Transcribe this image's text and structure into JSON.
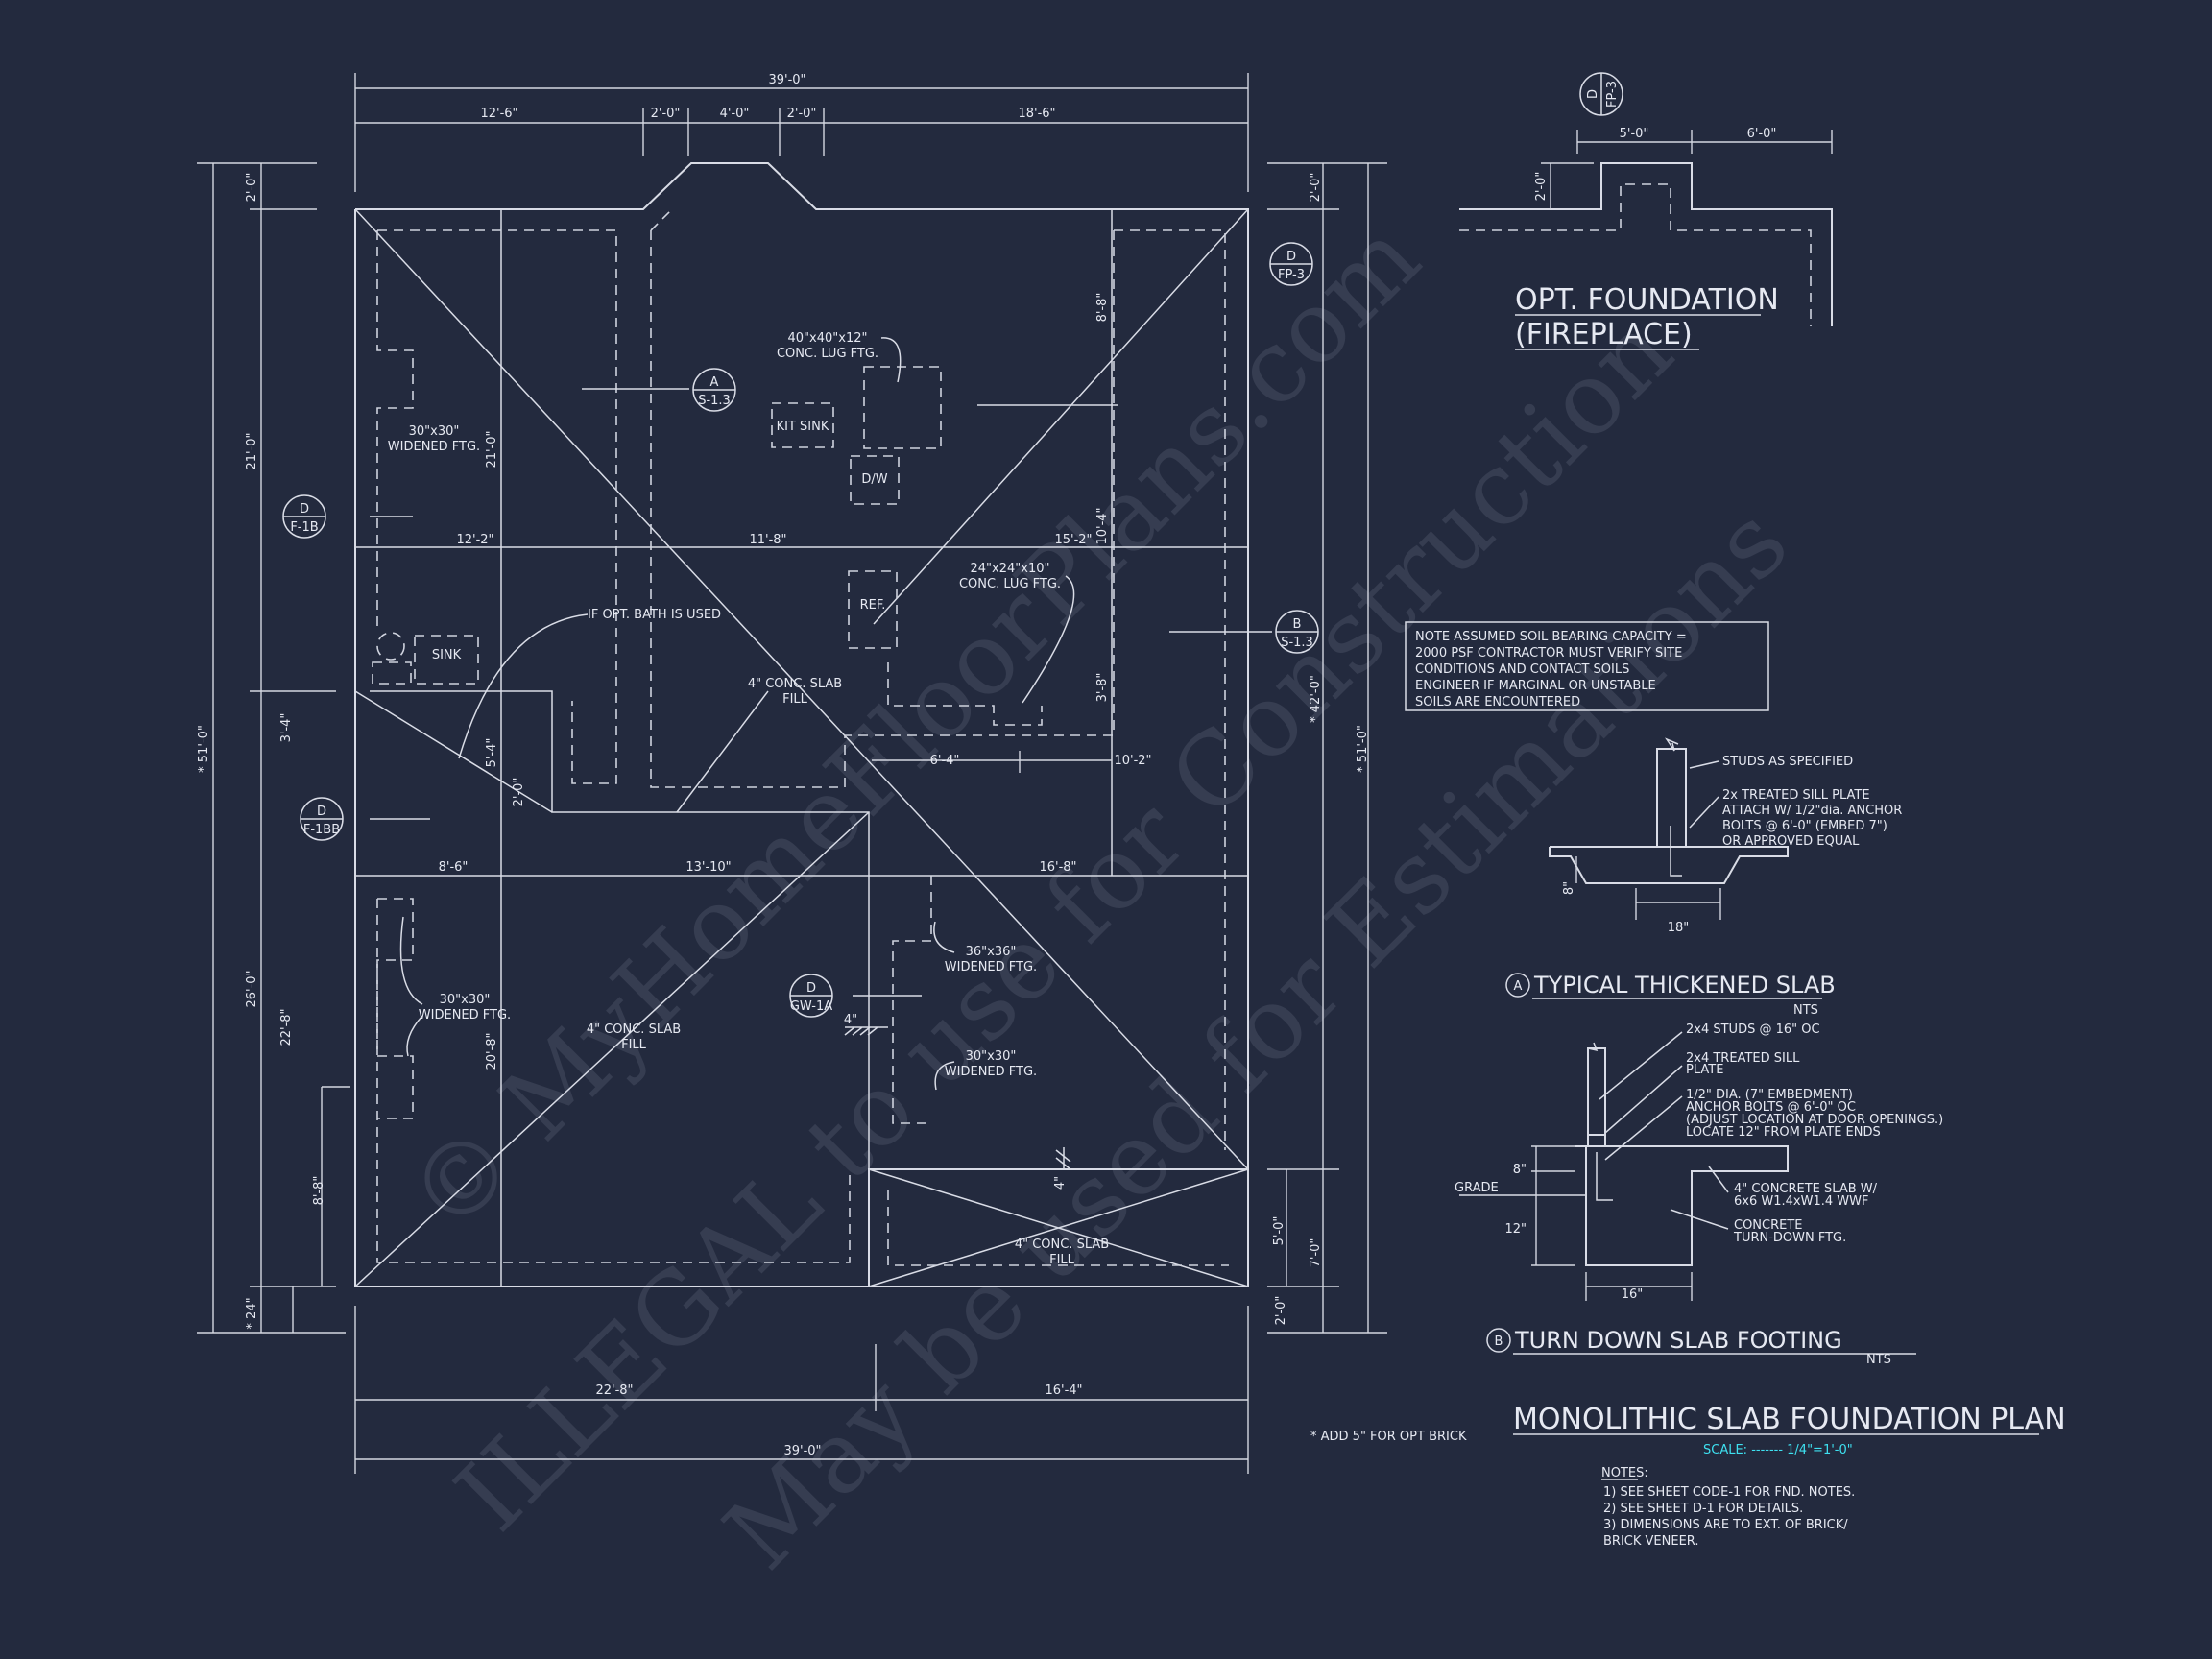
{
  "sheet": {
    "title": "MONOLITHIC SLAB FOUNDATION PLAN",
    "scale_label": "SCALE: ------- 1/4\"=1'-0\"",
    "brick_note": "* ADD 5\" FOR OPT BRICK",
    "watermark_lines": [
      "© MyHomeFloorPlans.com",
      "ILLEGAL to use for Construction",
      "May be used for Estimations"
    ],
    "notes_heading": "NOTES:",
    "notes": [
      "1)  SEE SHEET CODE-1 FOR FND. NOTES.",
      "2)  SEE SHEET D-1 FOR DETAILS.",
      "3)  DIMENSIONS ARE TO EXT. OF BRICK/",
      "      BRICK VENEER."
    ],
    "soil_note": [
      "NOTE ASSUMED SOIL BEARING CAPACITY =",
      "2000 PSF CONTRACTOR MUST VERIFY SITE",
      "CONDITIONS AND CONTACT SOILS",
      "ENGINEER IF MARGINAL OR UNSTABLE",
      "SOILS ARE ENCOUNTERED"
    ]
  },
  "dimensions": {
    "top_overall": "39'-0\"",
    "top_segments": [
      "12'-6\"",
      "2'-0\"",
      "4'-0\"",
      "2'-0\"",
      "18'-6\""
    ],
    "bottom_segments": [
      "22'-8\"",
      "16'-4\""
    ],
    "bottom_overall": "39'-0\"",
    "left_outer": "* 51'-0\"",
    "left_segments": [
      "2'-0\"",
      "21'-0\"",
      "3'-4\"",
      "26'-0\"",
      "* 24\""
    ],
    "left_inner": [
      "21'-0\"",
      "5'-4\"",
      "2'-0\"",
      "22'-8\"",
      "20'-8\"",
      "8'-8\""
    ],
    "right_outer": "* 51'-0\"",
    "right_segments": [
      "2'-0\"",
      "* 42'-0\"",
      "7'-0\"",
      "2'-0\""
    ],
    "right_inner": [
      "8'-8\"",
      "10'-4\"",
      "3'-8\"",
      "5'-0\""
    ],
    "row_one": [
      "12'-2\"",
      "11'-8\"",
      "15'-2\""
    ],
    "row_two": [
      "6'-4\"",
      "10'-2\""
    ],
    "row_three": [
      "8'-6\"",
      "13'-10\"",
      "16'-8\""
    ],
    "fireplace": [
      "5'-0\"",
      "6'-0\"",
      "2'-0\""
    ],
    "four_inch": "4\"",
    "four_inch_b": "4\""
  },
  "plan_labels": {
    "lug_ftg_1": [
      "40\"x40\"x12\"",
      "CONC. LUG FTG."
    ],
    "lug_ftg_2": [
      "24\"x24\"x10\"",
      "CONC. LUG FTG."
    ],
    "widened_1": [
      "30\"x30\"",
      "WIDENED FTG."
    ],
    "widened_2": [
      "30\"x30\"",
      "WIDENED FTG."
    ],
    "widened_3": [
      "36\"x36\"",
      "WIDENED FTG."
    ],
    "widened_4": [
      "30\"x30\"",
      "WIDENED FTG."
    ],
    "slab_1": [
      "4\" CONC. SLAB",
      "FILL"
    ],
    "slab_2": [
      "4\" CONC. SLAB",
      "FILL"
    ],
    "slab_3": [
      "4\" CONC. SLAB",
      "FILL"
    ],
    "kit_sink": "KIT SINK",
    "dw": "D/W",
    "ref": "REF.",
    "sink": "SINK",
    "opt_bath": "IF OPT. BATH IS USED"
  },
  "callouts": [
    {
      "letter": "A",
      "ref": "S-1.3"
    },
    {
      "letter": "D",
      "ref": "F-1B"
    },
    {
      "letter": "D",
      "ref": "FP-3"
    },
    {
      "letter": "B",
      "ref": "S-1.3"
    },
    {
      "letter": "D",
      "ref": "F-1BB"
    },
    {
      "letter": "D",
      "ref": "GW-1A"
    },
    {
      "letter": "D",
      "ref": "FP-3"
    }
  ],
  "fireplace_detail": {
    "title_lines": [
      "OPT. FOUNDATION",
      "(FIREPLACE)"
    ]
  },
  "detail_a": {
    "marker": "A",
    "title": "TYPICAL THICKENED SLAB",
    "nts": "NTS",
    "notes": [
      "STUDS AS SPECIFIED",
      "2x TREATED SILL PLATE",
      "ATTACH W/ 1/2\"dia. ANCHOR",
      "BOLTS @ 6'-0\" (EMBED 7\")",
      "OR APPROVED EQUAL"
    ],
    "dim_width": "18\"",
    "dim_depth": "8\""
  },
  "detail_b": {
    "marker": "B",
    "title": "TURN DOWN SLAB FOOTING",
    "nts": "NTS",
    "notes": [
      "2x4 STUDS @ 16\" OC",
      "2x4 TREATED SILL",
      "PLATE",
      "1/2\" DIA. (7\" EMBEDMENT)",
      "ANCHOR BOLTS @ 6'-0\" OC",
      "(ADJUST LOCATION AT DOOR OPENINGS.)",
      "LOCATE 12\" FROM PLATE ENDS",
      "4\" CONCRETE SLAB W/",
      "6x6 W1.4xW1.4 WWF",
      "CONCRETE",
      "TURN-DOWN FTG."
    ],
    "grade": "GRADE",
    "dims": [
      "8\"",
      "12\"",
      "16\""
    ]
  },
  "colors": {
    "background": "#232a3e",
    "linework": "#d9dce6",
    "scale_accent": "#3ee0f0"
  }
}
